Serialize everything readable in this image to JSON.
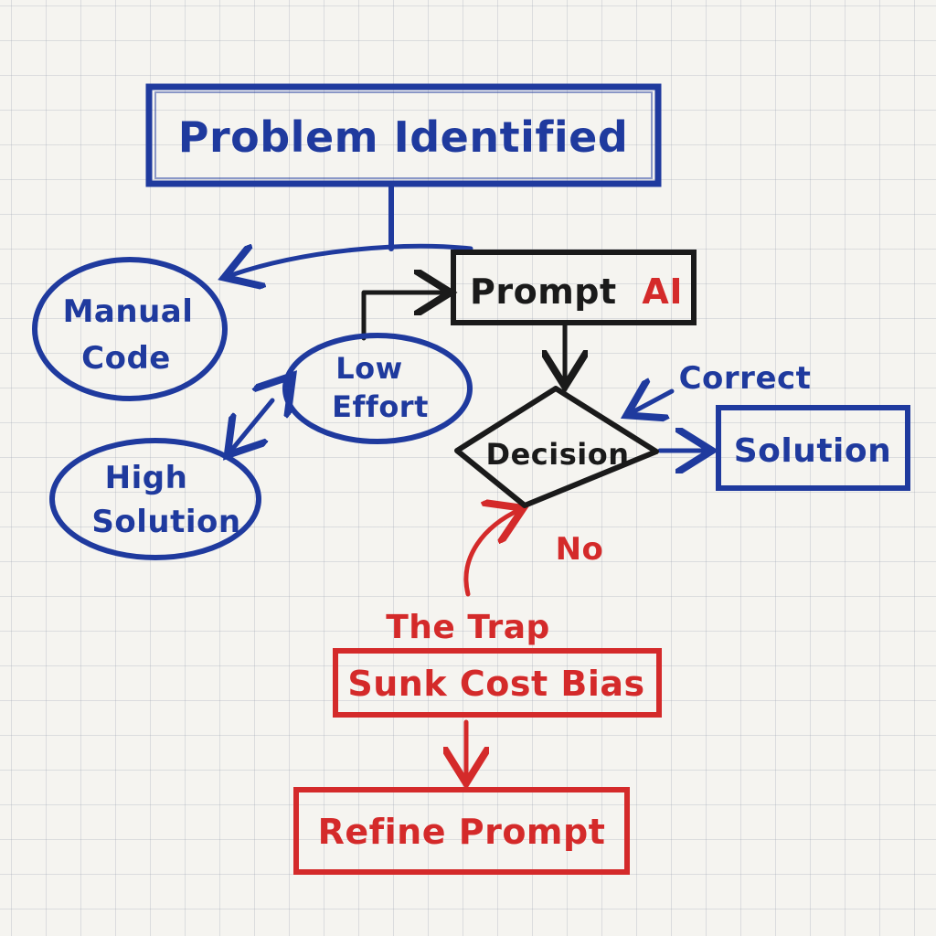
{
  "colors": {
    "blue": "#1f3a9e",
    "black": "#1a1a1a",
    "red": "#d42a2a",
    "paper": "#f5f4f0"
  },
  "nodes": {
    "problem_identified": "Problem Identified",
    "manual_code_line1": "Manual",
    "manual_code_line2": "Code",
    "low_effort_line1": "Low",
    "low_effort_line2": "Effort",
    "high_solution_line1": "High",
    "high_solution_line2": "Solution",
    "prompt_ai_prefix": "Prompt",
    "prompt_ai_suffix": "AI",
    "decision": "Decision",
    "solution": "Solution",
    "sunk_cost_bias": "Sunk Cost Bias",
    "refine_prompt": "Refine Prompt"
  },
  "edge_labels": {
    "correct": "Correct",
    "no": "No",
    "the_trap": "The Trap"
  }
}
